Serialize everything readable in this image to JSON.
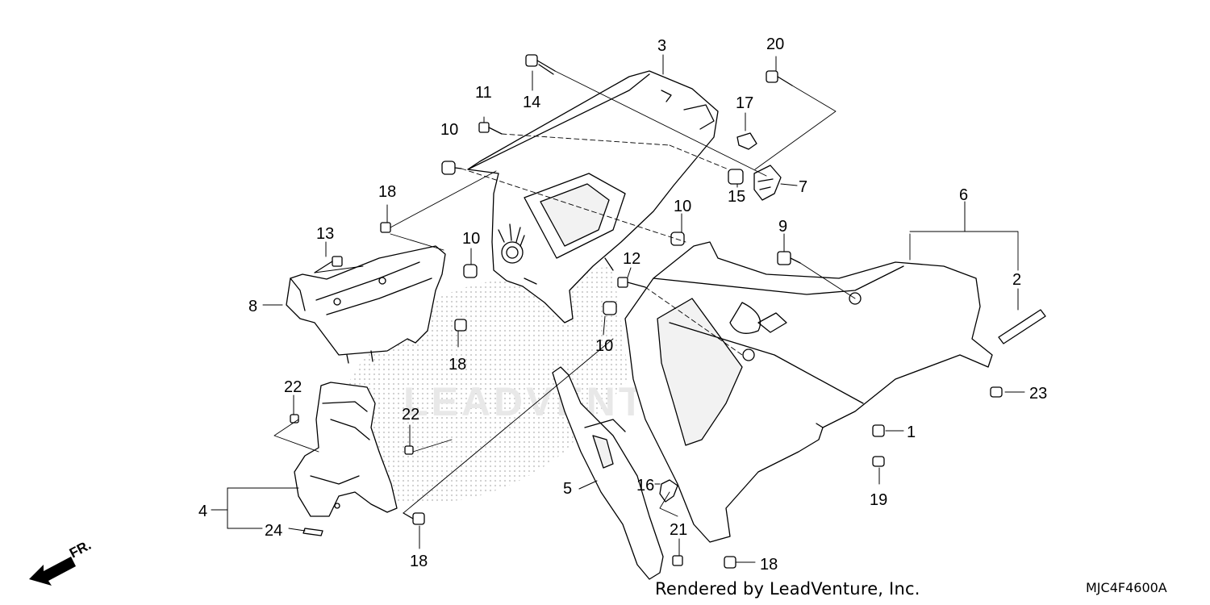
{
  "diagram": {
    "code": "MJC4F4600A",
    "credit": "Rendered by LeadVenture, Inc.",
    "watermark": "LEADVENTURE",
    "front_marker": "FR."
  },
  "callouts": {
    "c1": "1",
    "c2": "2",
    "c3": "3",
    "c4": "4",
    "c5": "5",
    "c6": "6",
    "c7": "7",
    "c8": "8",
    "c9": "9",
    "c10a": "10",
    "c10b": "10",
    "c10c": "10",
    "c10d": "10",
    "c11": "11",
    "c12": "12",
    "c13": "13",
    "c14": "14",
    "c15": "15",
    "c16": "16",
    "c17": "17",
    "c18a": "18",
    "c18b": "18",
    "c18c": "18",
    "c18d": "18",
    "c19": "19",
    "c20": "20",
    "c21": "21",
    "c22a": "22",
    "c22b": "22",
    "c23": "23",
    "c24": "24"
  }
}
